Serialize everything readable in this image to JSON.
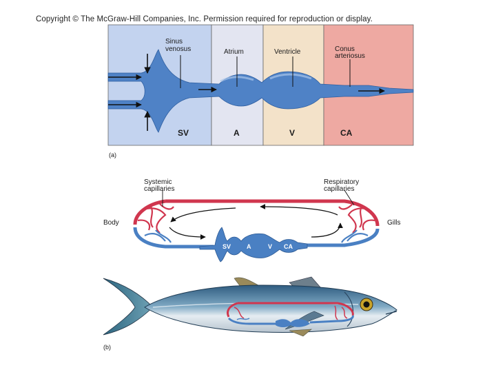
{
  "copyright": "Copyright © The McGraw-Hill Companies, Inc. Permission required for reproduction or display.",
  "panel_a": {
    "tag": "(a)",
    "callouts": {
      "sinus_venosus": [
        "Sinus",
        "venosus"
      ],
      "atrium": "Atrium",
      "ventricle": "Ventricle",
      "conus": [
        "Conus",
        "arteriosus"
      ]
    },
    "regions": {
      "sv": "SV",
      "a": "A",
      "v": "V",
      "ca": "CA"
    },
    "colors": {
      "sv": "#c3d3ef",
      "a": "#e3e5f1",
      "v": "#f3e2c9",
      "ca": "#eea9a2",
      "heart": "#4f82c6"
    }
  },
  "panel_b": {
    "tag": "(b)",
    "systemic": [
      "Systemic",
      "capillaries"
    ],
    "respiratory": [
      "Respiratory",
      "capillaries"
    ],
    "body": "Body",
    "gills": "Gills",
    "chambers": {
      "sv": "SV",
      "a": "A",
      "v": "V",
      "ca": "CA"
    },
    "colors": {
      "oxygenated": "#d0364e",
      "deoxygenated": "#4a80c3"
    }
  }
}
